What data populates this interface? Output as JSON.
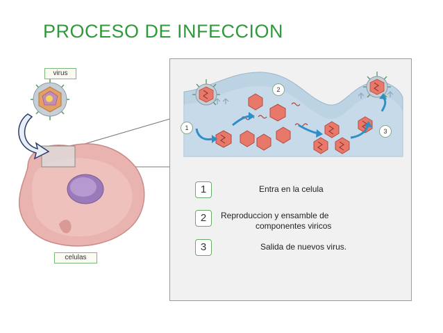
{
  "title": "PROCESO DE INFECCION",
  "labels": {
    "virus": "virus",
    "celulas": "celulas"
  },
  "steps": [
    {
      "number": "1",
      "text": "Entra en la celula"
    },
    {
      "number": "2",
      "text_line1": "Reproduccion y ensamble de",
      "text_line2": "componentes viricos"
    },
    {
      "number": "3",
      "text": "Salida de nuevos virus."
    }
  ],
  "diagram_markers": [
    "1",
    "2",
    "3"
  ],
  "colors": {
    "title": "#2f9a3a",
    "cell": "#e9b4b0",
    "nucleus": "#9a7ab8",
    "virus_capsid": "#e8786a",
    "arrow": "#2e8fc8",
    "cytoplasm": "#bcd3e4"
  }
}
